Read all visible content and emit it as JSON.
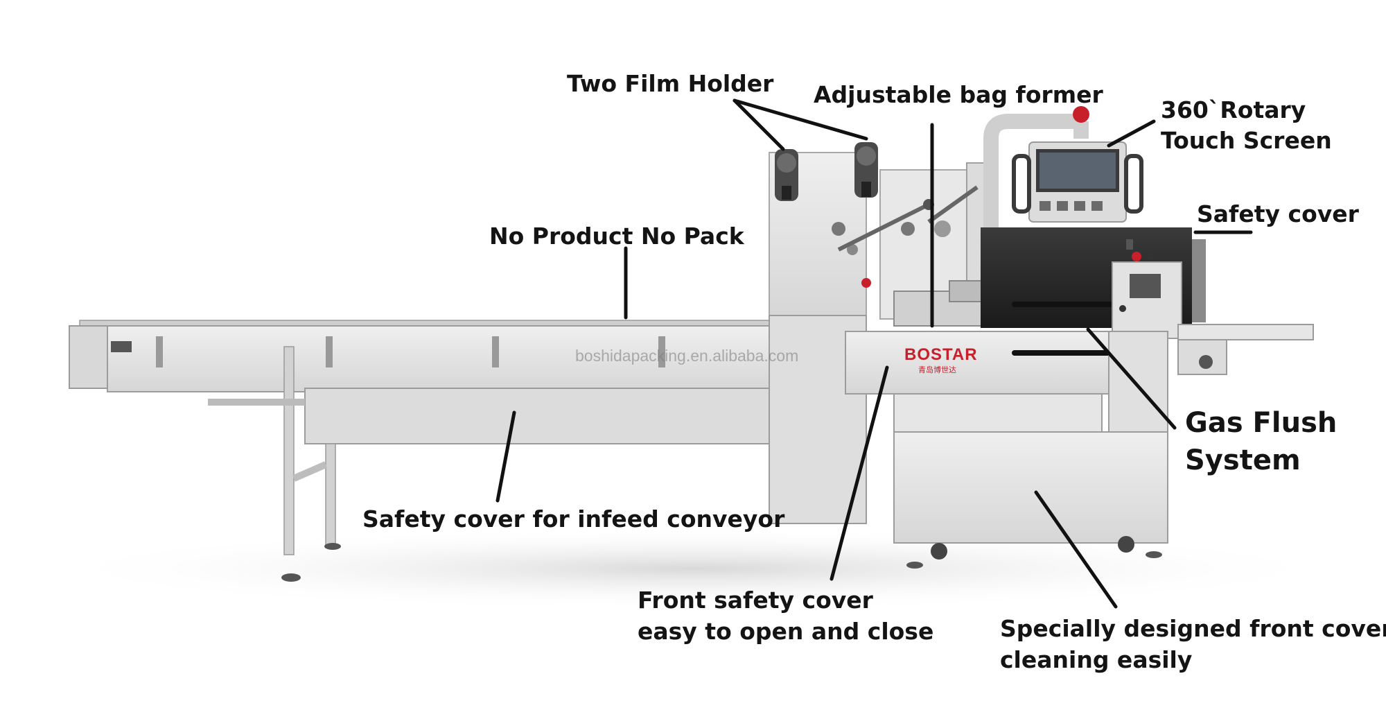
{
  "colors": {
    "frame": "#e4e4e4",
    "frame_dark": "#bdbdbd",
    "frame_edge": "#9c9c9c",
    "cover_black": "#2a2a2a",
    "brand_red": "#c8202a",
    "callout_line": "#111111"
  },
  "brand": {
    "name": "BOSTAR",
    "chinese": "青岛博世达"
  },
  "watermark": "boshidapacking.en.alibaba.com",
  "labels": {
    "two_film_holder": "Two Film Holder",
    "adjustable_bag_former": "Adjustable bag former",
    "rotary_touch_screen_line1": "360`Rotary",
    "rotary_touch_screen_line2": "Touch Screen",
    "safety_cover": "Safety cover",
    "no_product_no_pack": "No Product No Pack",
    "gas_flush_line1": "Gas Flush",
    "gas_flush_line2": "System",
    "safety_cover_infeed": "Safety cover for infeed conveyor",
    "front_safety_cover_line1": "Front safety cover",
    "front_safety_cover_line2": "easy to open and close",
    "special_front_cover_line1": "Specially designed front cover",
    "special_front_cover_line2": "cleaning easily"
  }
}
